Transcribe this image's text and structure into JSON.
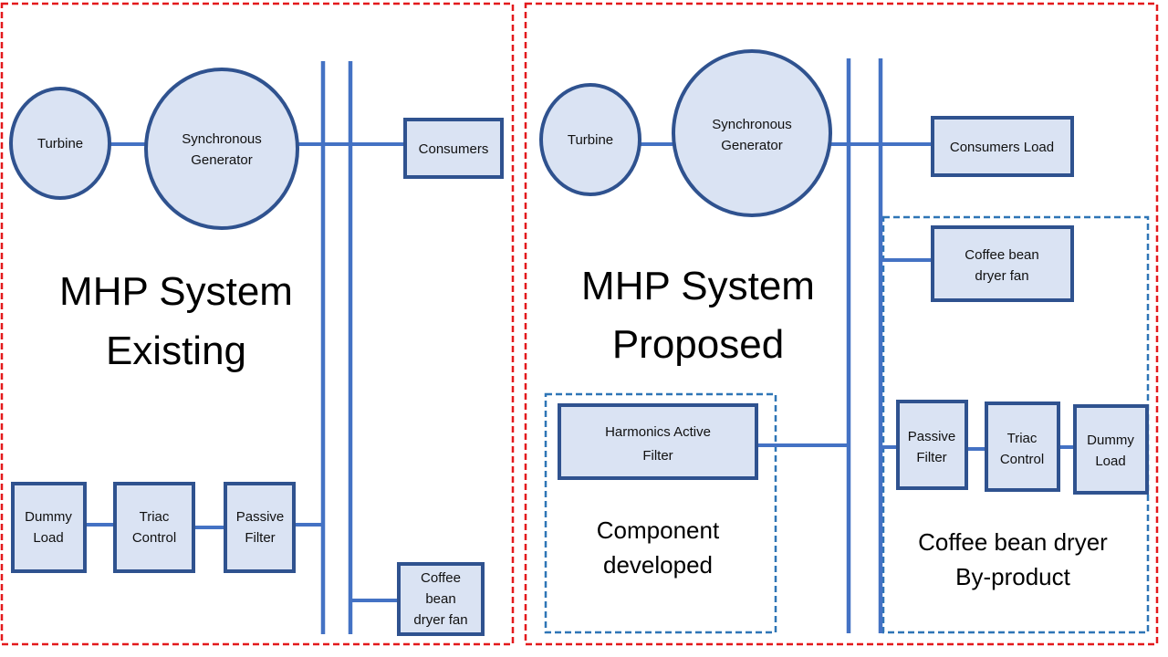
{
  "colors": {
    "frame_existing": "#e3191c",
    "frame_group": "#2e75b6",
    "bus": "#4472c4",
    "node_fill": "#dae3f3",
    "node_stroke": "#2f528f"
  },
  "existing": {
    "title_line1": "MHP System",
    "title_line2": "Existing",
    "turbine": "Turbine",
    "generator_line1": "Synchronous",
    "generator_line2": "Generator",
    "consumers": "Consumers",
    "dummy_load_line1": "Dummy",
    "dummy_load_line2": "Load",
    "triac_line1": "Triac",
    "triac_line2": "Control",
    "passive_line1": "Passive",
    "passive_line2": "Filter",
    "fan_line1": "Coffee",
    "fan_line2": "bean",
    "fan_line3": "dryer fan"
  },
  "proposed": {
    "title_line1": "MHP System",
    "title_line2": "Proposed",
    "turbine": "Turbine",
    "generator_line1": "Synchronous",
    "generator_line2": "Generator",
    "consumers": "Consumers Load",
    "fan_line1": "Coffee bean",
    "fan_line2": "dryer fan",
    "active_filter_line1": "Harmonics Active",
    "active_filter_line2": "Filter",
    "component_group_line1": "Component",
    "component_group_line2": "developed",
    "passive_line1": "Passive",
    "passive_line2": "Filter",
    "triac_line1": "Triac",
    "triac_line2": "Control",
    "dummy_load_line1": "Dummy",
    "dummy_load_line2": "Load",
    "byproduct_group_line1": "Coffee bean dryer",
    "byproduct_group_line2": "By-product"
  }
}
